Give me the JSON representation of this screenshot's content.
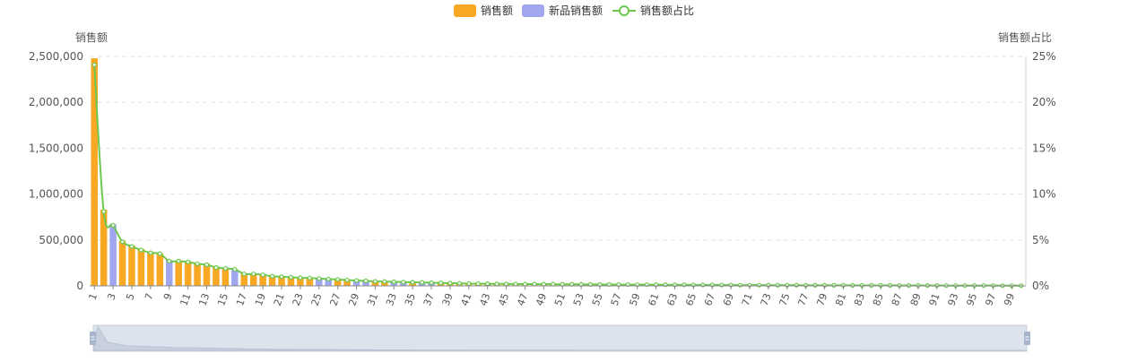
{
  "legend": {
    "sales": "销售额",
    "new_sales": "新品销售额",
    "share": "销售额占比"
  },
  "axes": {
    "left_name": "销售额",
    "right_name": "销售额占比"
  },
  "colors": {
    "sales": "#f9a823",
    "new_sales": "#a0a7ee",
    "share_line": "#6cc84f",
    "grid": "#e3e3e3",
    "axis_text": "#555555",
    "slider_bg": "#dde3ed",
    "slider_handle": "#a7b5cc"
  },
  "chart_data": {
    "type": "bar",
    "x": [
      1,
      2,
      3,
      4,
      5,
      6,
      7,
      8,
      9,
      10,
      11,
      12,
      13,
      14,
      15,
      16,
      17,
      18,
      19,
      20,
      21,
      22,
      23,
      24,
      25,
      26,
      27,
      28,
      29,
      30,
      31,
      32,
      33,
      34,
      35,
      36,
      37,
      38,
      39,
      40,
      41,
      42,
      43,
      44,
      45,
      46,
      47,
      48,
      49,
      50,
      51,
      52,
      53,
      54,
      55,
      56,
      57,
      58,
      59,
      60,
      61,
      62,
      63,
      64,
      65,
      66,
      67,
      68,
      69,
      70,
      71,
      72,
      73,
      74,
      75,
      76,
      77,
      78,
      79,
      80,
      81,
      82,
      83,
      84,
      85,
      86,
      87,
      88,
      89,
      90,
      91,
      92,
      93,
      94,
      95,
      96,
      97,
      98,
      99,
      100
    ],
    "x_tick_labels": [
      "1",
      "3",
      "5",
      "7",
      "9",
      "11",
      "13",
      "15",
      "17",
      "19",
      "21",
      "23",
      "25",
      "27",
      "29",
      "31",
      "33",
      "35",
      "37",
      "39",
      "41",
      "43",
      "45",
      "47",
      "49",
      "51",
      "53",
      "55",
      "57",
      "59",
      "61",
      "63",
      "65",
      "67",
      "69",
      "71",
      "73",
      "75",
      "77",
      "79",
      "81",
      "83",
      "85",
      "87",
      "89",
      "91",
      "93",
      "95",
      "97",
      "99"
    ],
    "sales": [
      2480000,
      830000,
      670000,
      490000,
      440000,
      400000,
      370000,
      355000,
      280000,
      275000,
      270000,
      245000,
      240000,
      210000,
      195000,
      180000,
      135000,
      130000,
      125000,
      108000,
      100000,
      95000,
      90000,
      87000,
      82000,
      76000,
      72000,
      65000,
      60000,
      55000,
      50000,
      48000,
      45000,
      42000,
      40000,
      38000,
      35000,
      33000,
      30000,
      28000,
      26000,
      25000,
      24000,
      23000,
      22000,
      21000,
      20000,
      19500,
      19000,
      18500,
      18000,
      17500,
      17000,
      16500,
      16000,
      15500,
      15000,
      14500,
      14000,
      13500,
      13000,
      12500,
      12000,
      11500,
      11000,
      10500,
      10000,
      9500,
      9000,
      8500,
      8000,
      7800,
      7600,
      7400,
      7200,
      7000,
      6800,
      6600,
      6400,
      6200,
      6000,
      5800,
      5600,
      5400,
      5200,
      5000,
      4800,
      4600,
      4400,
      4200,
      4000,
      3800,
      3600,
      3400,
      3200,
      3000,
      2800,
      2600,
      2400,
      2200
    ],
    "new_product_flags": [
      0,
      0,
      1,
      0,
      0,
      0,
      0,
      0,
      1,
      0,
      0,
      0,
      0,
      0,
      0,
      1,
      0,
      0,
      0,
      0,
      0,
      0,
      0,
      0,
      1,
      1,
      0,
      0,
      1,
      1,
      0,
      0,
      1,
      1,
      0,
      1,
      1,
      0,
      0,
      0,
      0,
      0,
      0,
      0,
      0,
      0,
      0,
      0,
      0,
      0,
      0,
      0,
      0,
      0,
      0,
      0,
      0,
      0,
      0,
      0,
      0,
      0,
      0,
      0,
      0,
      0,
      0,
      0,
      0,
      0,
      0,
      0,
      0,
      0,
      0,
      0,
      0,
      0,
      0,
      0,
      0,
      0,
      0,
      0,
      0,
      0,
      0,
      0,
      0,
      0,
      0,
      0,
      0,
      0,
      0,
      0,
      0,
      0,
      0,
      0
    ],
    "share_percent": [
      24.1,
      8.1,
      6.6,
      4.8,
      4.3,
      3.9,
      3.6,
      3.5,
      2.7,
      2.7,
      2.6,
      2.4,
      2.3,
      2.0,
      1.9,
      1.8,
      1.3,
      1.3,
      1.2,
      1.05,
      1.0,
      0.93,
      0.88,
      0.85,
      0.8,
      0.74,
      0.7,
      0.63,
      0.58,
      0.54,
      0.49,
      0.47,
      0.44,
      0.41,
      0.39,
      0.37,
      0.34,
      0.32,
      0.29,
      0.27,
      0.25,
      0.24,
      0.23,
      0.22,
      0.21,
      0.2,
      0.19,
      0.19,
      0.18,
      0.18,
      0.17,
      0.17,
      0.16,
      0.16,
      0.15,
      0.15,
      0.14,
      0.14,
      0.13,
      0.13,
      0.12,
      0.12,
      0.11,
      0.11,
      0.1,
      0.1,
      0.1,
      0.09,
      0.09,
      0.08,
      0.08,
      0.08,
      0.07,
      0.07,
      0.07,
      0.07,
      0.06,
      0.06,
      0.06,
      0.06,
      0.06,
      0.05,
      0.05,
      0.05,
      0.05,
      0.05,
      0.04,
      0.04,
      0.04,
      0.04,
      0.04,
      0.03,
      0.03,
      0.03,
      0.03,
      0.03,
      0.03,
      0.02,
      0.02,
      0.02
    ],
    "y_left": {
      "min": 0,
      "max": 2500000,
      "ticks": [
        "0",
        "500,000",
        "1,000,000",
        "1,500,000",
        "2,000,000",
        "2,500,000"
      ]
    },
    "y_right": {
      "min": 0,
      "max": 25,
      "ticks": [
        "0%",
        "5%",
        "10%",
        "15%",
        "20%",
        "25%"
      ]
    },
    "grid": true,
    "legend_position": "top-center",
    "data_zoom": true
  }
}
